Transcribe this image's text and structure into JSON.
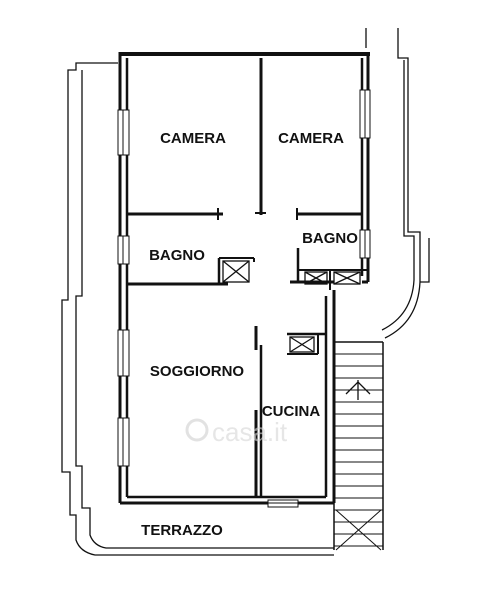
{
  "rooms": {
    "camera_left": "CAMERA",
    "camera_right": "CAMERA",
    "bagno_left": "BAGNO",
    "bagno_right": "BAGNO",
    "soggiorno": "SOGGIORNO",
    "cucina": "CUCINA",
    "terrazzo": "TERRAZZO"
  },
  "watermark": "casa.it",
  "colors": {
    "wall": "#111111",
    "background": "#ffffff",
    "watermark": "#d9d9d9"
  }
}
